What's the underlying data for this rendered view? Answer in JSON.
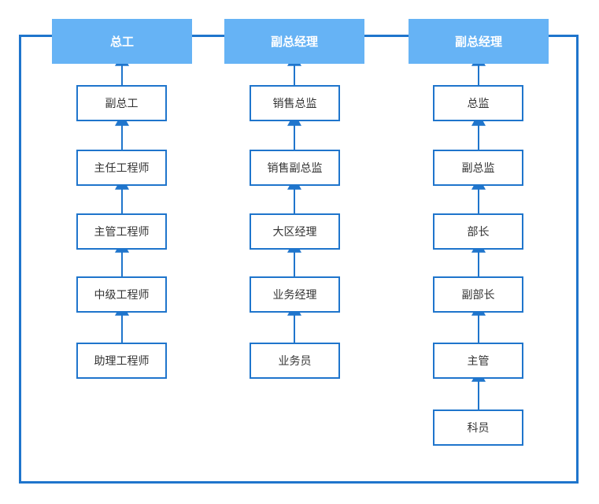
{
  "colors": {
    "frame": "#1f75cc",
    "header_fill": "#66b3f5",
    "header_text": "#ffffff",
    "node_border": "#1f75cc",
    "node_text": "#333333",
    "connector": "#1f75cc"
  },
  "columns": [
    {
      "header": "总工",
      "nodes": [
        "副总工",
        "主任工程师",
        "主管工程师",
        "中级工程师",
        "助理工程师"
      ]
    },
    {
      "header": "副总经理",
      "nodes": [
        "销售总监",
        "销售副总监",
        "大区经理",
        "业务经理",
        "业务员"
      ]
    },
    {
      "header": "副总经理",
      "nodes": [
        "总监",
        "副总监",
        "部长",
        "副部长",
        "主管",
        "科员"
      ]
    }
  ]
}
